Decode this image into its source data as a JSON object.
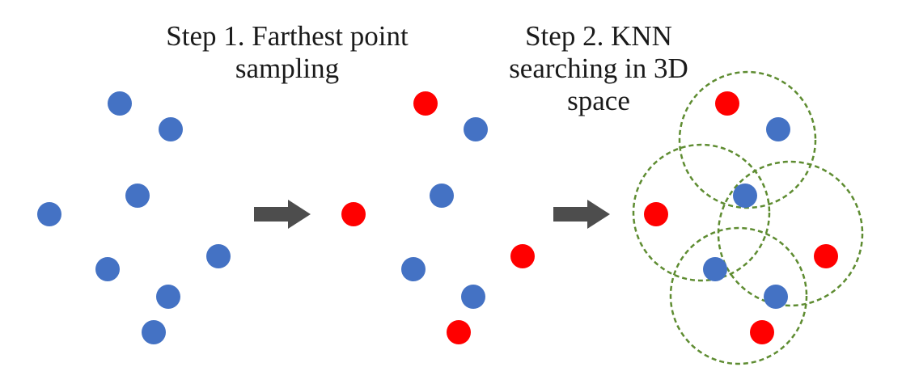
{
  "step1": {
    "line1": "Step 1. Farthest point",
    "line2": "sampling"
  },
  "step2": {
    "line1": "Step 2. KNN",
    "line2": "searching in 3D",
    "line3": "space"
  },
  "colors": {
    "unsampled_point": "#4472c4",
    "sampled_point": "#ff0000",
    "arrow": "#4d4d4d",
    "neighborhood_circle": "#5e8c31"
  }
}
